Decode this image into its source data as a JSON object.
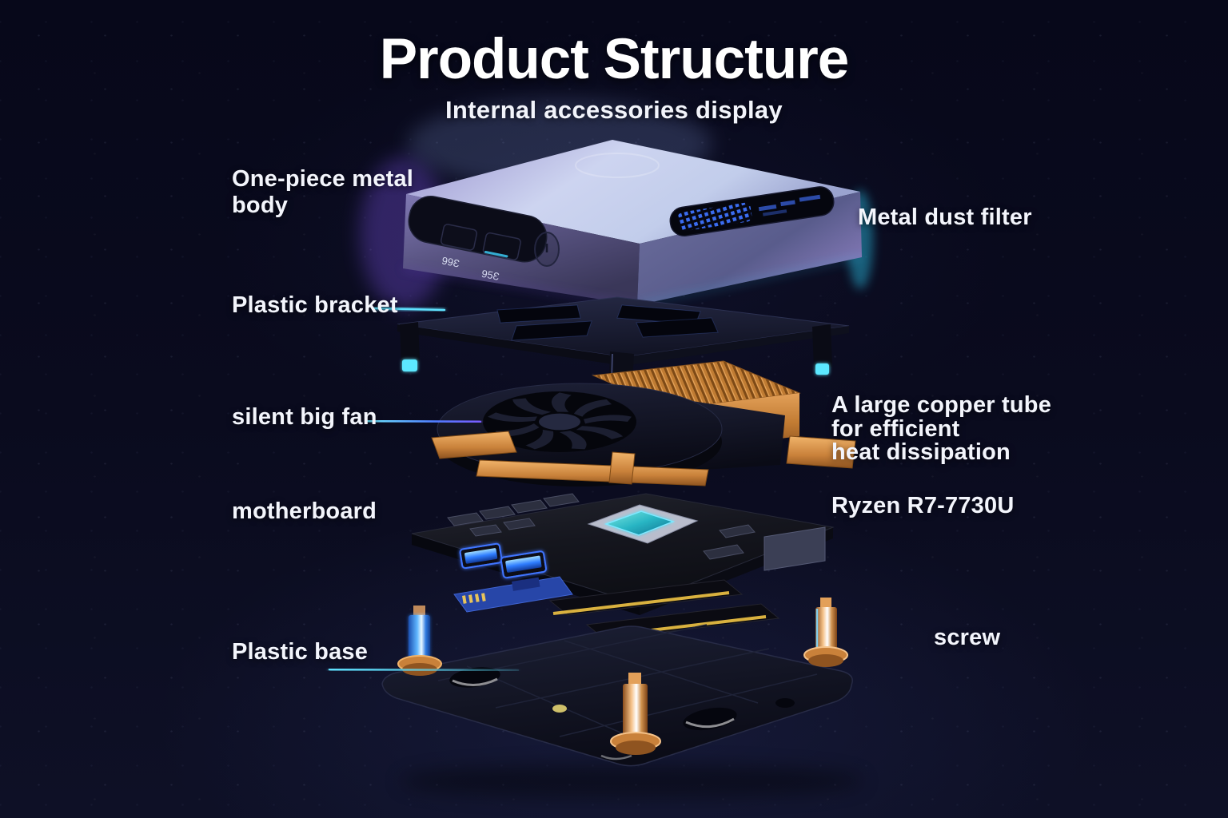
{
  "header": {
    "title": "Product Structure",
    "subtitle": "Internal accessories display"
  },
  "labels": {
    "one_piece": {
      "lines": [
        "One-piece metal",
        "body"
      ]
    },
    "dust_filter": {
      "text": "Metal dust filter"
    },
    "bracket": {
      "text": "Plastic bracket"
    },
    "fan": {
      "text": "silent big fan"
    },
    "copper": {
      "lines": [
        "A large copper tube",
        "for efficient",
        "heat dissipation"
      ]
    },
    "motherboard": {
      "text": "motherboard"
    },
    "ryzen": {
      "text": "Ryzen R7-7730U"
    },
    "base": {
      "text": "Plastic base"
    },
    "screw": {
      "text": "screw"
    }
  },
  "device": {
    "port_marking_1": "99Ɛ",
    "port_marking_2": "95Ɛ"
  },
  "colors": {
    "background": "#0a0b1e",
    "label_text": "#f3f5fc",
    "leader_cyan": "#5fe1ff",
    "leader_blue": "#3c5ce8",
    "leader_violet": "#8f7bff",
    "body_metal": "#7b74ab",
    "copper": "#c9813a",
    "cpu_teal": "#2bc7cf",
    "usb_glow": "#3f8dff",
    "screw_blue": "#4aa6ff"
  }
}
